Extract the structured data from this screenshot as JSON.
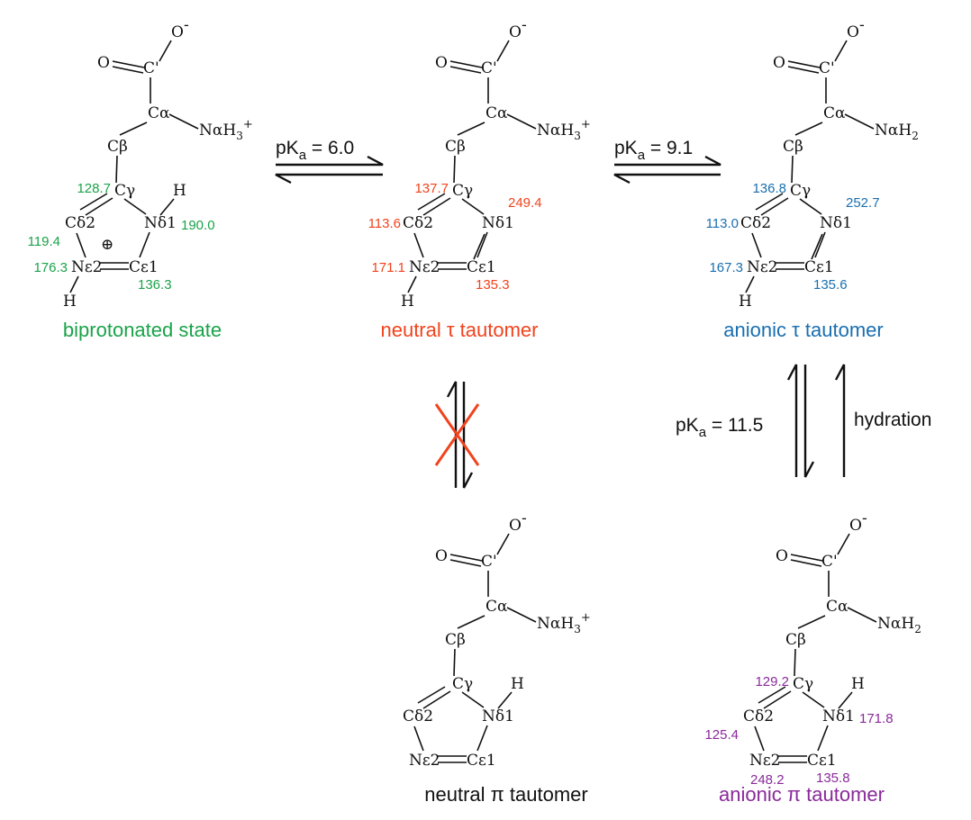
{
  "colors": {
    "biprotonated": "#1aa34a",
    "neutral_tau": "#f0431d",
    "anionic_tau": "#1a6fb0",
    "anionic_pi": "#8a2a9a",
    "neutral_pi": "#111111",
    "cross": "#f0431d"
  },
  "atoms": {
    "O": "O",
    "O_minus": "O",
    "minus": "-",
    "C_prime": "C'",
    "C_alpha": "Cα",
    "C_beta": "Cβ",
    "C_gamma": "Cγ",
    "C_delta2": "Cδ2",
    "N_delta1": "Nδ1",
    "N_epsilon2": "Nε2",
    "C_epsilon1": "Cε1",
    "H": "H",
    "amine_NH3": "NαH3+",
    "amine_NH2": "NαH2",
    "plus": "⊕"
  },
  "structures": [
    {
      "key": "biprotonated",
      "label": "biprotonated state",
      "amine": "NαH3+",
      "protonated": [
        "Nd1",
        "Ne2"
      ],
      "values": {
        "C_gamma": "128.7",
        "N_delta1": "190.0",
        "C_delta2": "119.4",
        "N_epsilon2": "176.3",
        "C_epsilon1": "136.3"
      }
    },
    {
      "key": "neutral_tau",
      "label": "neutral τ tautomer",
      "amine": "NαH3+",
      "protonated": [
        "Ne2"
      ],
      "values": {
        "C_gamma": "137.7",
        "N_delta1": "249.4",
        "C_delta2": "113.6",
        "N_epsilon2": "171.1",
        "C_epsilon1": "135.3"
      }
    },
    {
      "key": "anionic_tau",
      "label": "anionic τ tautomer",
      "amine": "NαH2",
      "protonated": [
        "Ne2"
      ],
      "values": {
        "C_gamma": "136.8",
        "N_delta1": "252.7",
        "C_delta2": "113.0",
        "N_epsilon2": "167.3",
        "C_epsilon1": "135.6"
      }
    },
    {
      "key": "neutral_pi",
      "label": "neutral π tautomer",
      "amine": "NαH3+",
      "protonated": [
        "Nd1"
      ],
      "values": {}
    },
    {
      "key": "anionic_pi",
      "label": "anionic π tautomer",
      "amine": "NαH2",
      "protonated": [
        "Nd1"
      ],
      "values": {
        "C_gamma": "129.2",
        "N_delta1": "171.8",
        "C_delta2": "125.4",
        "N_epsilon2": "248.2",
        "C_epsilon1": "135.8"
      }
    }
  ],
  "equilibria": {
    "pka1": {
      "p": "pK",
      "sub": "a",
      "value": " = 6.0"
    },
    "pka2": {
      "p": "pK",
      "sub": "a",
      "value": " = 9.1"
    },
    "pka3": {
      "p": "pK",
      "sub": "a",
      "value": " = 11.5"
    },
    "hydration": "hydration"
  }
}
